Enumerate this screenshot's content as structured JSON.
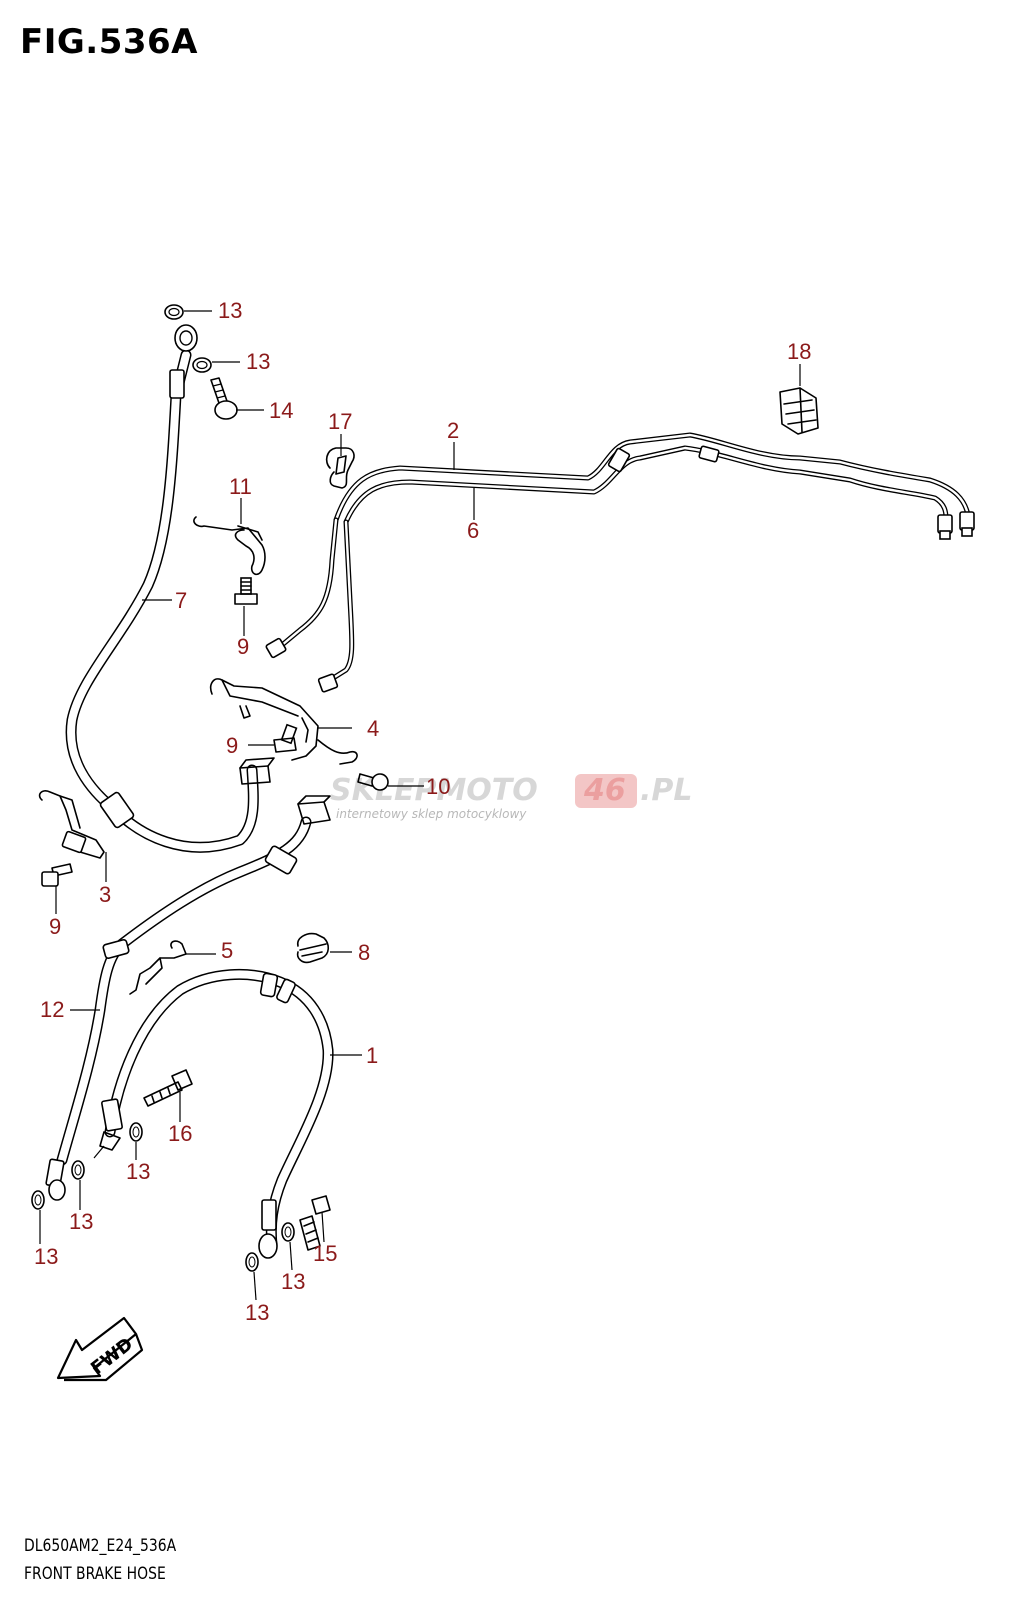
{
  "figure": {
    "title": "FIG.536A",
    "code": "DL650AM2_E24_536A",
    "caption": "FRONT BRAKE HOSE"
  },
  "watermark": {
    "brand_main": "SKLEPMOTO",
    "brand_number": "46",
    "brand_suffix": ".PL",
    "tagline": "internetowy sklep motocyklowy"
  },
  "direction_marker": "FWD",
  "callouts": {
    "c13a": "13",
    "c13b": "13",
    "c14": "14",
    "c18": "18",
    "c17": "17",
    "c2": "2",
    "c11": "11",
    "c6": "6",
    "c7": "7",
    "c9a": "9",
    "c4": "4",
    "c9b": "9",
    "c10": "10",
    "c3": "3",
    "c9c": "9",
    "c5": "5",
    "c8": "8",
    "c12": "12",
    "c1": "1",
    "c16": "16",
    "c13c": "13",
    "c13d": "13",
    "c13e": "13",
    "c15": "15",
    "c13f": "13",
    "c13g": "13"
  },
  "colors": {
    "callout_text": "#8b1a1a",
    "line_art": "#000000",
    "watermark_accent": "#e58080"
  }
}
